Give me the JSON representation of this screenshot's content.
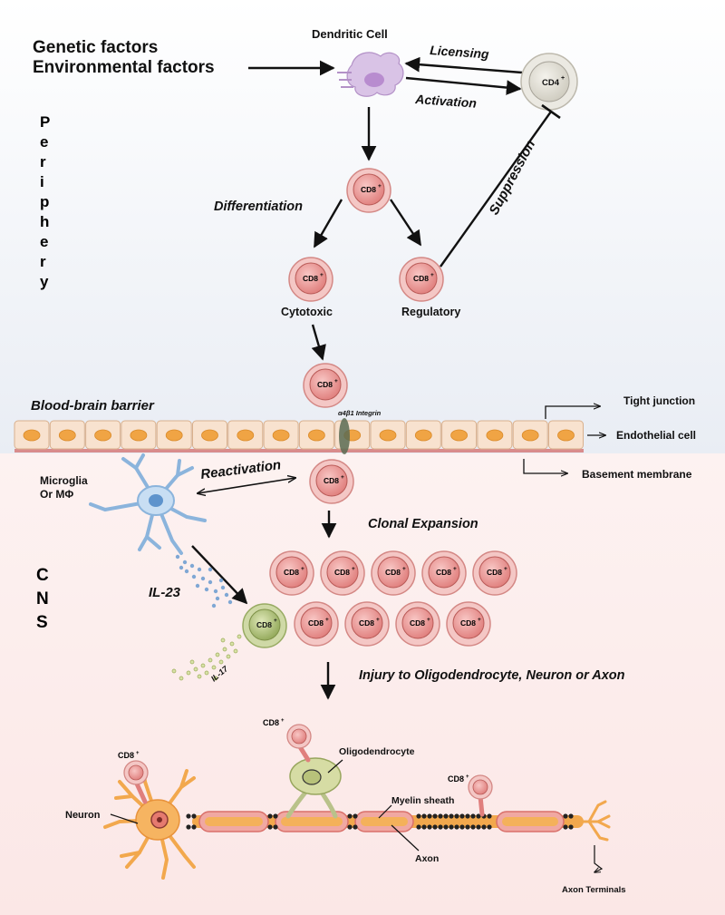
{
  "regions": {
    "periphery": [
      "P",
      "e",
      "r",
      "i",
      "p",
      "h",
      "e",
      "r",
      "y"
    ],
    "cns": [
      "C",
      "N",
      "S"
    ]
  },
  "factors": {
    "genetic": "Genetic factors",
    "environmental": "Environmental factors"
  },
  "cells": {
    "dendritic": "Dendritic Cell",
    "cd4": "CD4",
    "cd8": "CD8",
    "sup": "+",
    "cytotoxic": "Cytotoxic",
    "regulatory": "Regulatory",
    "microglia_line1": "Microglia",
    "microglia_line2": "Or MΦ"
  },
  "processes": {
    "licensing": "Licensing",
    "activation": "Activation",
    "suppression": "Suppression",
    "differentiation": "Differentiation",
    "reactivation": "Reactivation",
    "clonal_expansion": "Clonal Expansion",
    "injury": "Injury to Oligodendrocyte, Neuron or Axon"
  },
  "barrier": {
    "title": "Blood-brain barrier",
    "integrin": "α4β1 Integrin",
    "tight_junction": "Tight junction",
    "endothelial": "Endothelial cell",
    "basement": "Basement membrane"
  },
  "cytokines": {
    "il23": "IL-23",
    "il17": "IL-17"
  },
  "neural": {
    "oligodendrocyte": "Oligodendrocyte",
    "myelin": "Myelin sheath",
    "neuron": "Neuron",
    "axon": "Axon",
    "terminals": "Axon Terminals"
  },
  "colors": {
    "periphery_bg": "#eef1f6",
    "barrier_bg": "#e8eef6",
    "cns_bg": "#fbeeee",
    "cd8_fill": "#e98b8b",
    "cd8_ring": "#c95b5b",
    "cd4_fill": "#e3e1d8",
    "dendritic": "#c9a8d8",
    "microglia": "#9cc3e8",
    "il17_cell": "#a9bd72",
    "endothelial": "#f6dcc6",
    "nucleus": "#f0a444",
    "axon": "#f2a444",
    "myelin": "#e88080"
  }
}
